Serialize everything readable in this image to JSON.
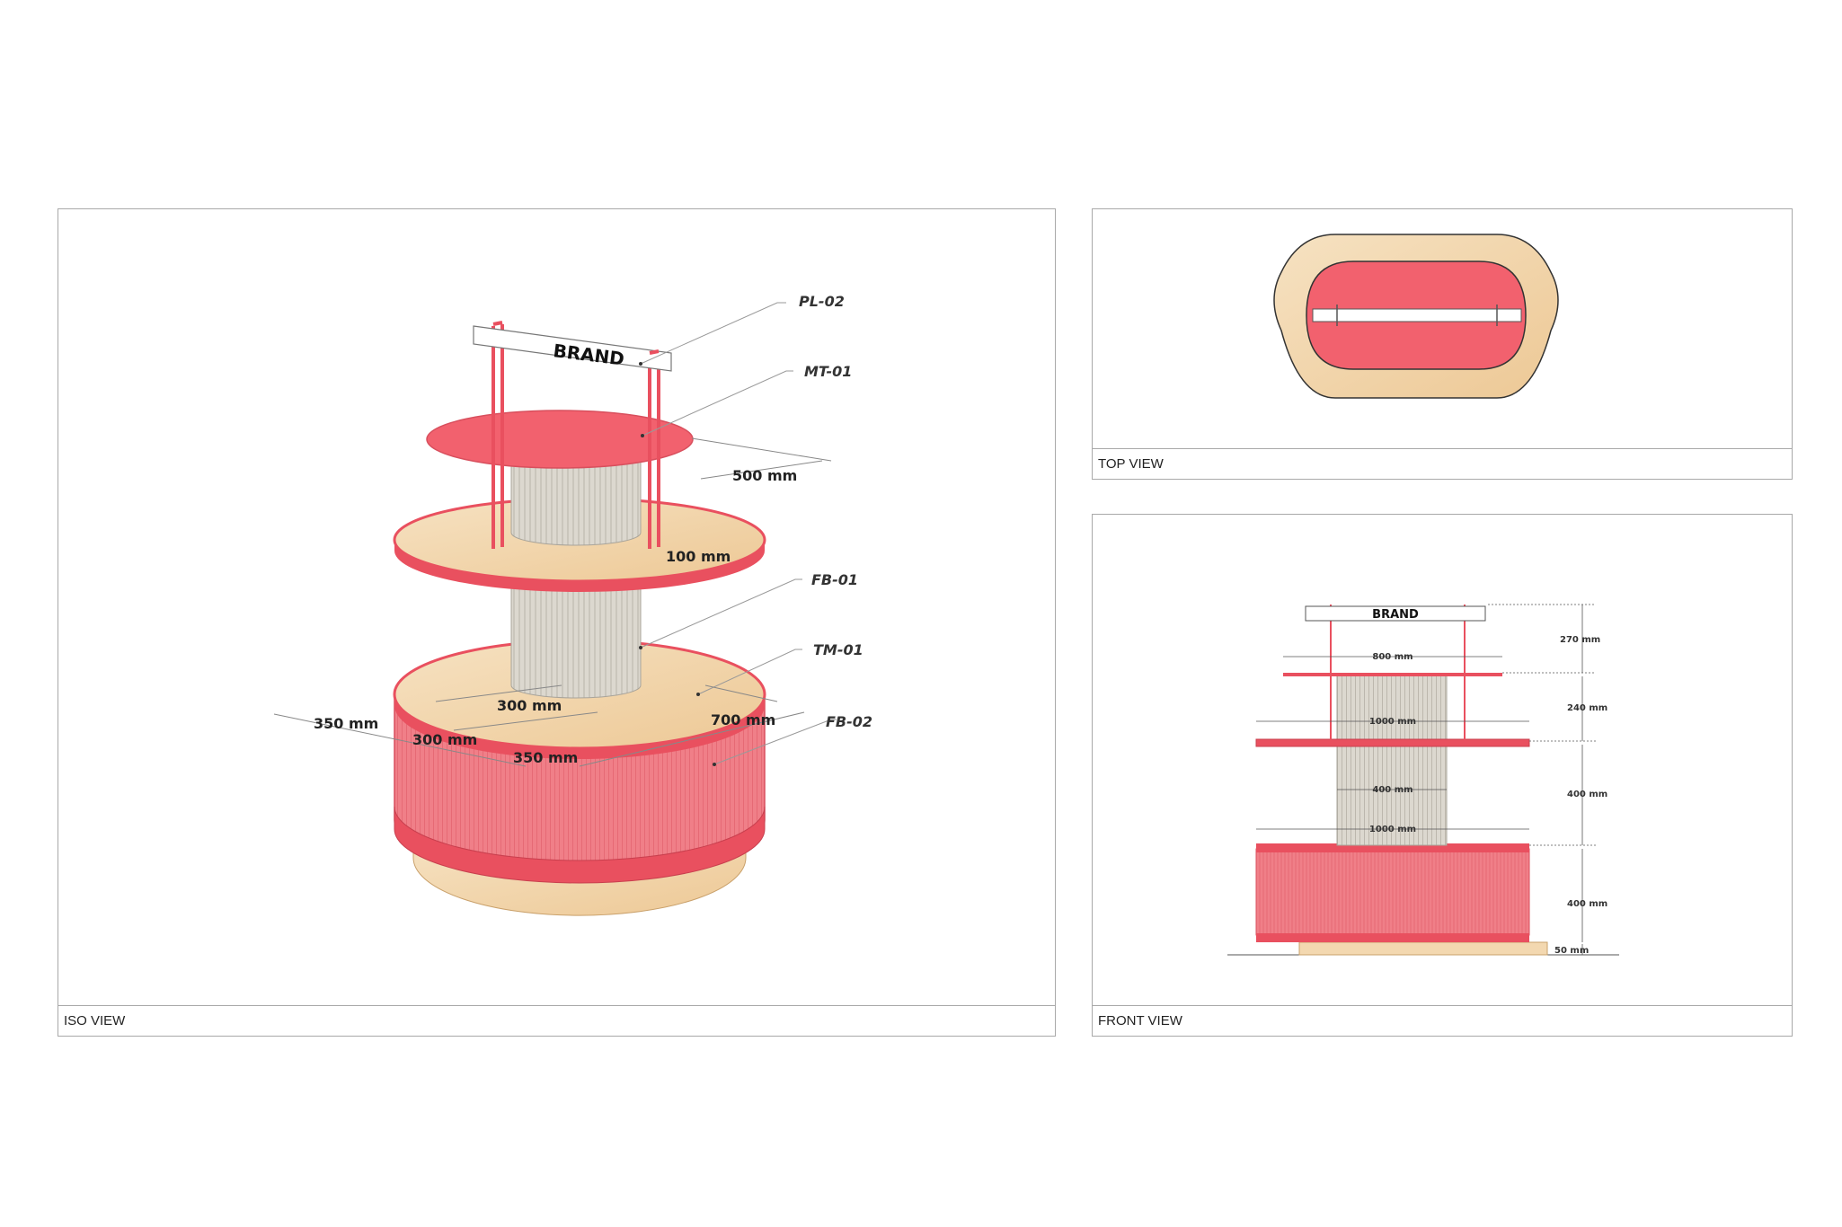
{
  "views": {
    "iso": {
      "caption": "ISO VIEW",
      "brand": "BRAND",
      "codes": {
        "pl02": "PL-02",
        "mt01": "MT-01",
        "fb01": "FB-01",
        "tm01": "TM-01",
        "fb02": "FB-02"
      },
      "dims": {
        "d500": "500 mm",
        "d100": "100 mm",
        "d350a": "350 mm",
        "d300a": "300 mm",
        "d300b": "300 mm",
        "d350b": "350 mm",
        "d700": "700 mm"
      }
    },
    "top": {
      "caption": "TOP VIEW"
    },
    "front": {
      "caption": "FRONT VIEW",
      "brand": "BRAND",
      "dims": {
        "w800": "800 mm",
        "w1000a": "1000 mm",
        "w400": "400 mm",
        "w1000b": "1000 mm",
        "h270": "270 mm",
        "h240": "240 mm",
        "h400a": "400 mm",
        "h400b": "400 mm",
        "h50": "50 mm"
      }
    }
  },
  "colors": {
    "pink": "#f2616e",
    "wood": "#f3d8b0",
    "fabric": "#d9d5cc",
    "frame": "#a9a9a9"
  }
}
